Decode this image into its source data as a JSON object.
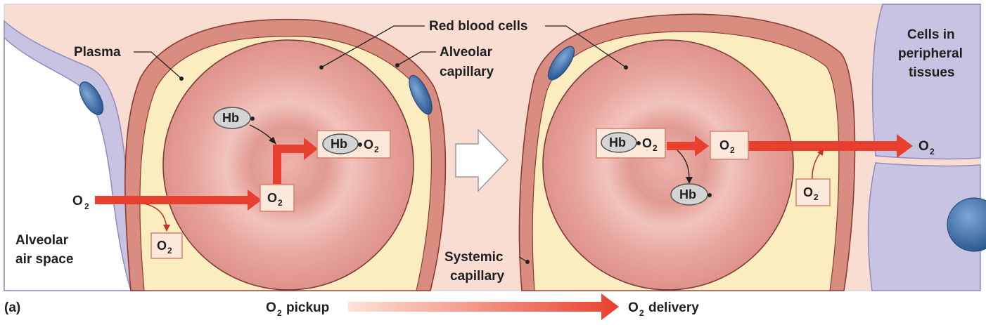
{
  "labels": {
    "plasma": "Plasma",
    "red_blood_cells": "Red blood cells",
    "alveolar_capillary": [
      "Alveolar",
      "capillary"
    ],
    "cells_peripheral": [
      "Cells in",
      "peripheral",
      "tissues"
    ],
    "alveolar_air_space": [
      "Alveolar",
      "air space"
    ],
    "systemic_capillary": [
      "Systemic",
      "capillary"
    ],
    "panel": "(a)"
  },
  "chem": {
    "o2_base": "O",
    "o2_sub": "2",
    "hb": "Hb"
  },
  "bottom": {
    "pickup": "pickup",
    "delivery": "delivery"
  },
  "colors": {
    "plasma_bg": "#f9ddd2",
    "capillary_wall": "#d98c80",
    "capillary_fill": "#fbedc0",
    "rbc": "#e8a49d",
    "alveolar_cell": "#c8c3e2",
    "nucleus": "#3e6ea8",
    "arrow": "#e8402f",
    "box_fill": "#fde9dc",
    "box_stroke": "#d7816f",
    "hb_fill": "#d4d4d4"
  }
}
